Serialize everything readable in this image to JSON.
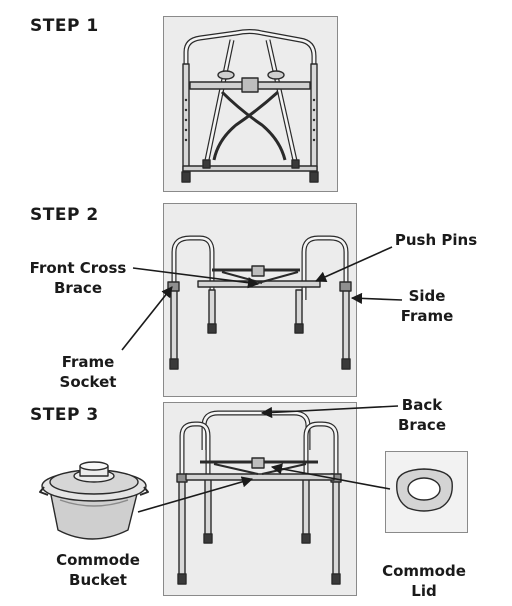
{
  "steps": [
    {
      "title": "STEP 1"
    },
    {
      "title": "STEP 2"
    },
    {
      "title": "STEP 3"
    }
  ],
  "labels": {
    "front_cross_brace": [
      "Front Cross",
      "Brace"
    ],
    "push_pins": "Push Pins",
    "side_frame": [
      "Side",
      "Frame"
    ],
    "frame_socket": [
      "Frame",
      "Socket"
    ],
    "back_brace": [
      "Back",
      "Brace"
    ],
    "commode_bucket": [
      "Commode",
      "Bucket"
    ],
    "commode_lid": [
      "Commode",
      "Lid"
    ]
  }
}
